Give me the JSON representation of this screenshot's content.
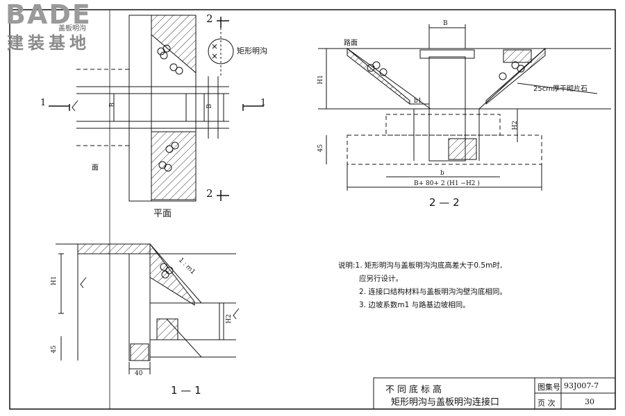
{
  "watermark": {
    "logo_text": "BADE",
    "logo_subtitle": "建装基地",
    "logo_tag": "盖板明沟"
  },
  "plan_view": {
    "title": "平面",
    "section_mark_1_left": "1",
    "section_mark_1_right": "1",
    "section_mark_2_top": "2",
    "section_mark_2_bottom": "2",
    "legend_label": "矩形明沟",
    "dim_B_left": "B",
    "dim_B_right": "B",
    "face_label": "面"
  },
  "section_2_2": {
    "title": "2 — 2",
    "road_label": "路面",
    "dim_B_top": "B",
    "dim_H1": "H1",
    "dim_H2": "H2",
    "dim_b1": "b1",
    "dim_45": "45",
    "dim_b": "b",
    "dim_total": "B+ 80+ 2 (H1 −H2 )",
    "stone_label": "25cm厚干砌片石"
  },
  "section_1_1": {
    "title": "1 — 1",
    "dim_H1": "H1",
    "dim_H2": "H2",
    "dim_45": "45",
    "dim_40": "40",
    "slope_label": "1 : m1"
  },
  "notes": {
    "heading": "说明:",
    "items": [
      "1.  矩形明沟与盖板明沟沟底高差大于0.5m时,",
      "     应另行设计。",
      "2.  连接口结构材料与盖板明沟沟壁沟底相同。",
      "3.  边坡系数m1 与路基边坡相同。"
    ]
  },
  "title_block": {
    "title_line1": "不同底标高",
    "title_line2": "矩形明沟与盖板明沟连接口",
    "atlas_label": "图集号",
    "atlas_value": "93J007-7",
    "page_label": "页  次",
    "page_value": "30"
  }
}
